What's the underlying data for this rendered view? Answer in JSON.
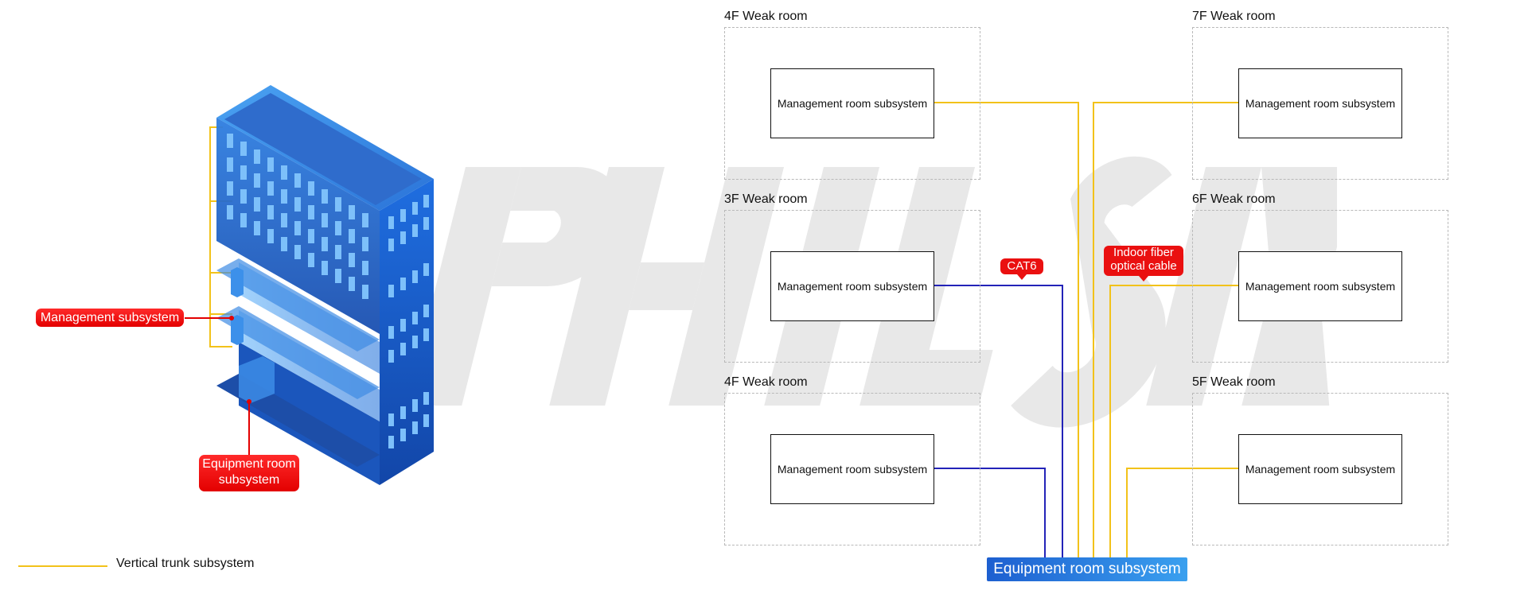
{
  "building_labels": {
    "management": "Management subsystem",
    "equipment": "Equipment room subsystem"
  },
  "legend": {
    "label": "Vertical trunk subsystem",
    "color": "#f2c21a"
  },
  "rooms": [
    {
      "title": "4F Weak room",
      "subsystem": "Management room subsystem"
    },
    {
      "title": "3F Weak room",
      "subsystem": "Management room subsystem"
    },
    {
      "title": "4F Weak room",
      "subsystem": "Management room subsystem"
    },
    {
      "title": "7F Weak room",
      "subsystem": "Management room subsystem"
    },
    {
      "title": "6F Weak room",
      "subsystem": "Management room subsystem"
    },
    {
      "title": "5F Weak room",
      "subsystem": "Management room subsystem"
    }
  ],
  "callouts": {
    "cat6": "CAT6",
    "fiber": "Indoor fiber optical cable"
  },
  "equipment_bar": "Equipment room subsystem",
  "colors": {
    "trunk": "#f2c21a",
    "cat6": "#2323b8",
    "label_red": "#e30000",
    "equipment_blue": "#1d5fd0"
  }
}
